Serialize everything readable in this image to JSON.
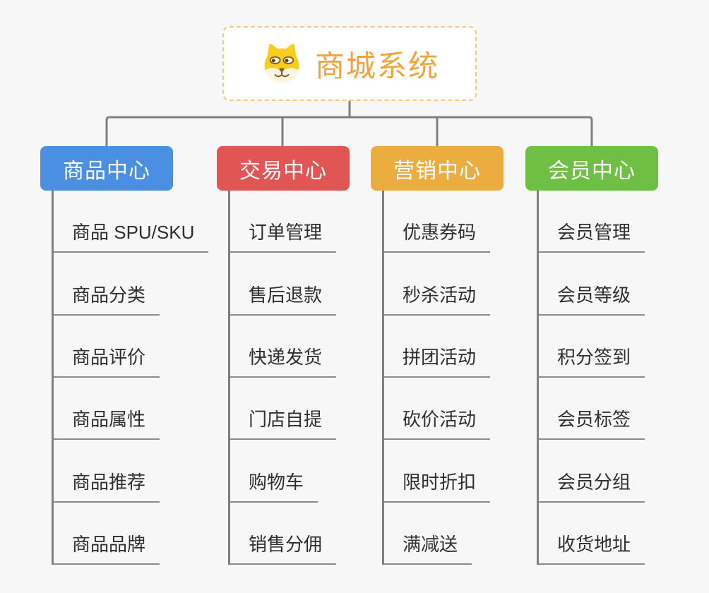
{
  "page": {
    "background_color": "#f7f7f7",
    "connector_color": "#7f7f7f"
  },
  "root": {
    "title": "商城系统",
    "icon": "dog-face-icon",
    "text_color": "#f1a33c",
    "border_color": "#f6c77d"
  },
  "branches": [
    {
      "label": "商品中心",
      "color": "#4a8fe2",
      "children": [
        "商品 SPU/SKU",
        "商品分类",
        "商品评价",
        "商品属性",
        "商品推荐",
        "商品品牌"
      ]
    },
    {
      "label": "交易中心",
      "color": "#e15654",
      "children": [
        "订单管理",
        "售后退款",
        "快递发货",
        "门店自提",
        "购物车",
        "销售分佣"
      ]
    },
    {
      "label": "营销中心",
      "color": "#ebad3f",
      "children": [
        "优惠券码",
        "秒杀活动",
        "拼团活动",
        "砍价活动",
        "限时折扣",
        "满减送"
      ]
    },
    {
      "label": "会员中心",
      "color": "#6ebf43",
      "children": [
        "会员管理",
        "会员等级",
        "积分签到",
        "会员标签",
        "会员分组",
        "收货地址"
      ]
    }
  ]
}
